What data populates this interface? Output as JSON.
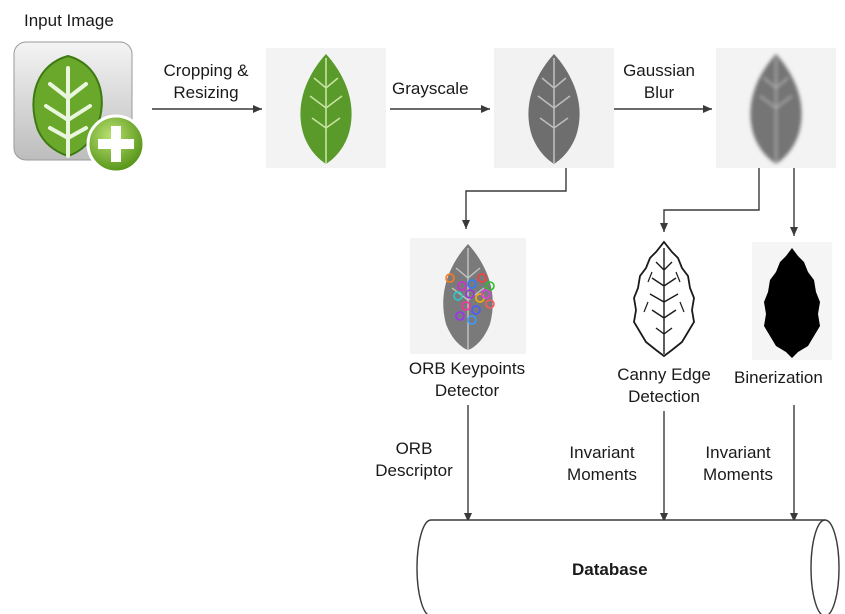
{
  "labels": {
    "input": "Input Image",
    "crop_line1": "Cropping &",
    "crop_line2": "Resizing",
    "grayscale": "Grayscale",
    "gauss_line1": "Gaussian",
    "gauss_line2": "Blur",
    "orb_kp_line1": "ORB Keypoints",
    "orb_kp_line2": "Detector",
    "canny_line1": "Canny Edge",
    "canny_line2": "Detection",
    "binarization": "Binerization",
    "orb_desc_line1": "ORB",
    "orb_desc_line2": "Descriptor",
    "inv1_line1": "Invariant",
    "inv1_line2": "Moments",
    "inv2_line1": "Invariant",
    "inv2_line2": "Moments",
    "database": "Database"
  },
  "colors": {
    "wire": "#3a3a3a",
    "leaf_green": "#5a9a2a",
    "leaf_gray": "#6e6e6e",
    "icon_plus": "#8cc63f",
    "tile_bg": "#f3f3f3"
  }
}
